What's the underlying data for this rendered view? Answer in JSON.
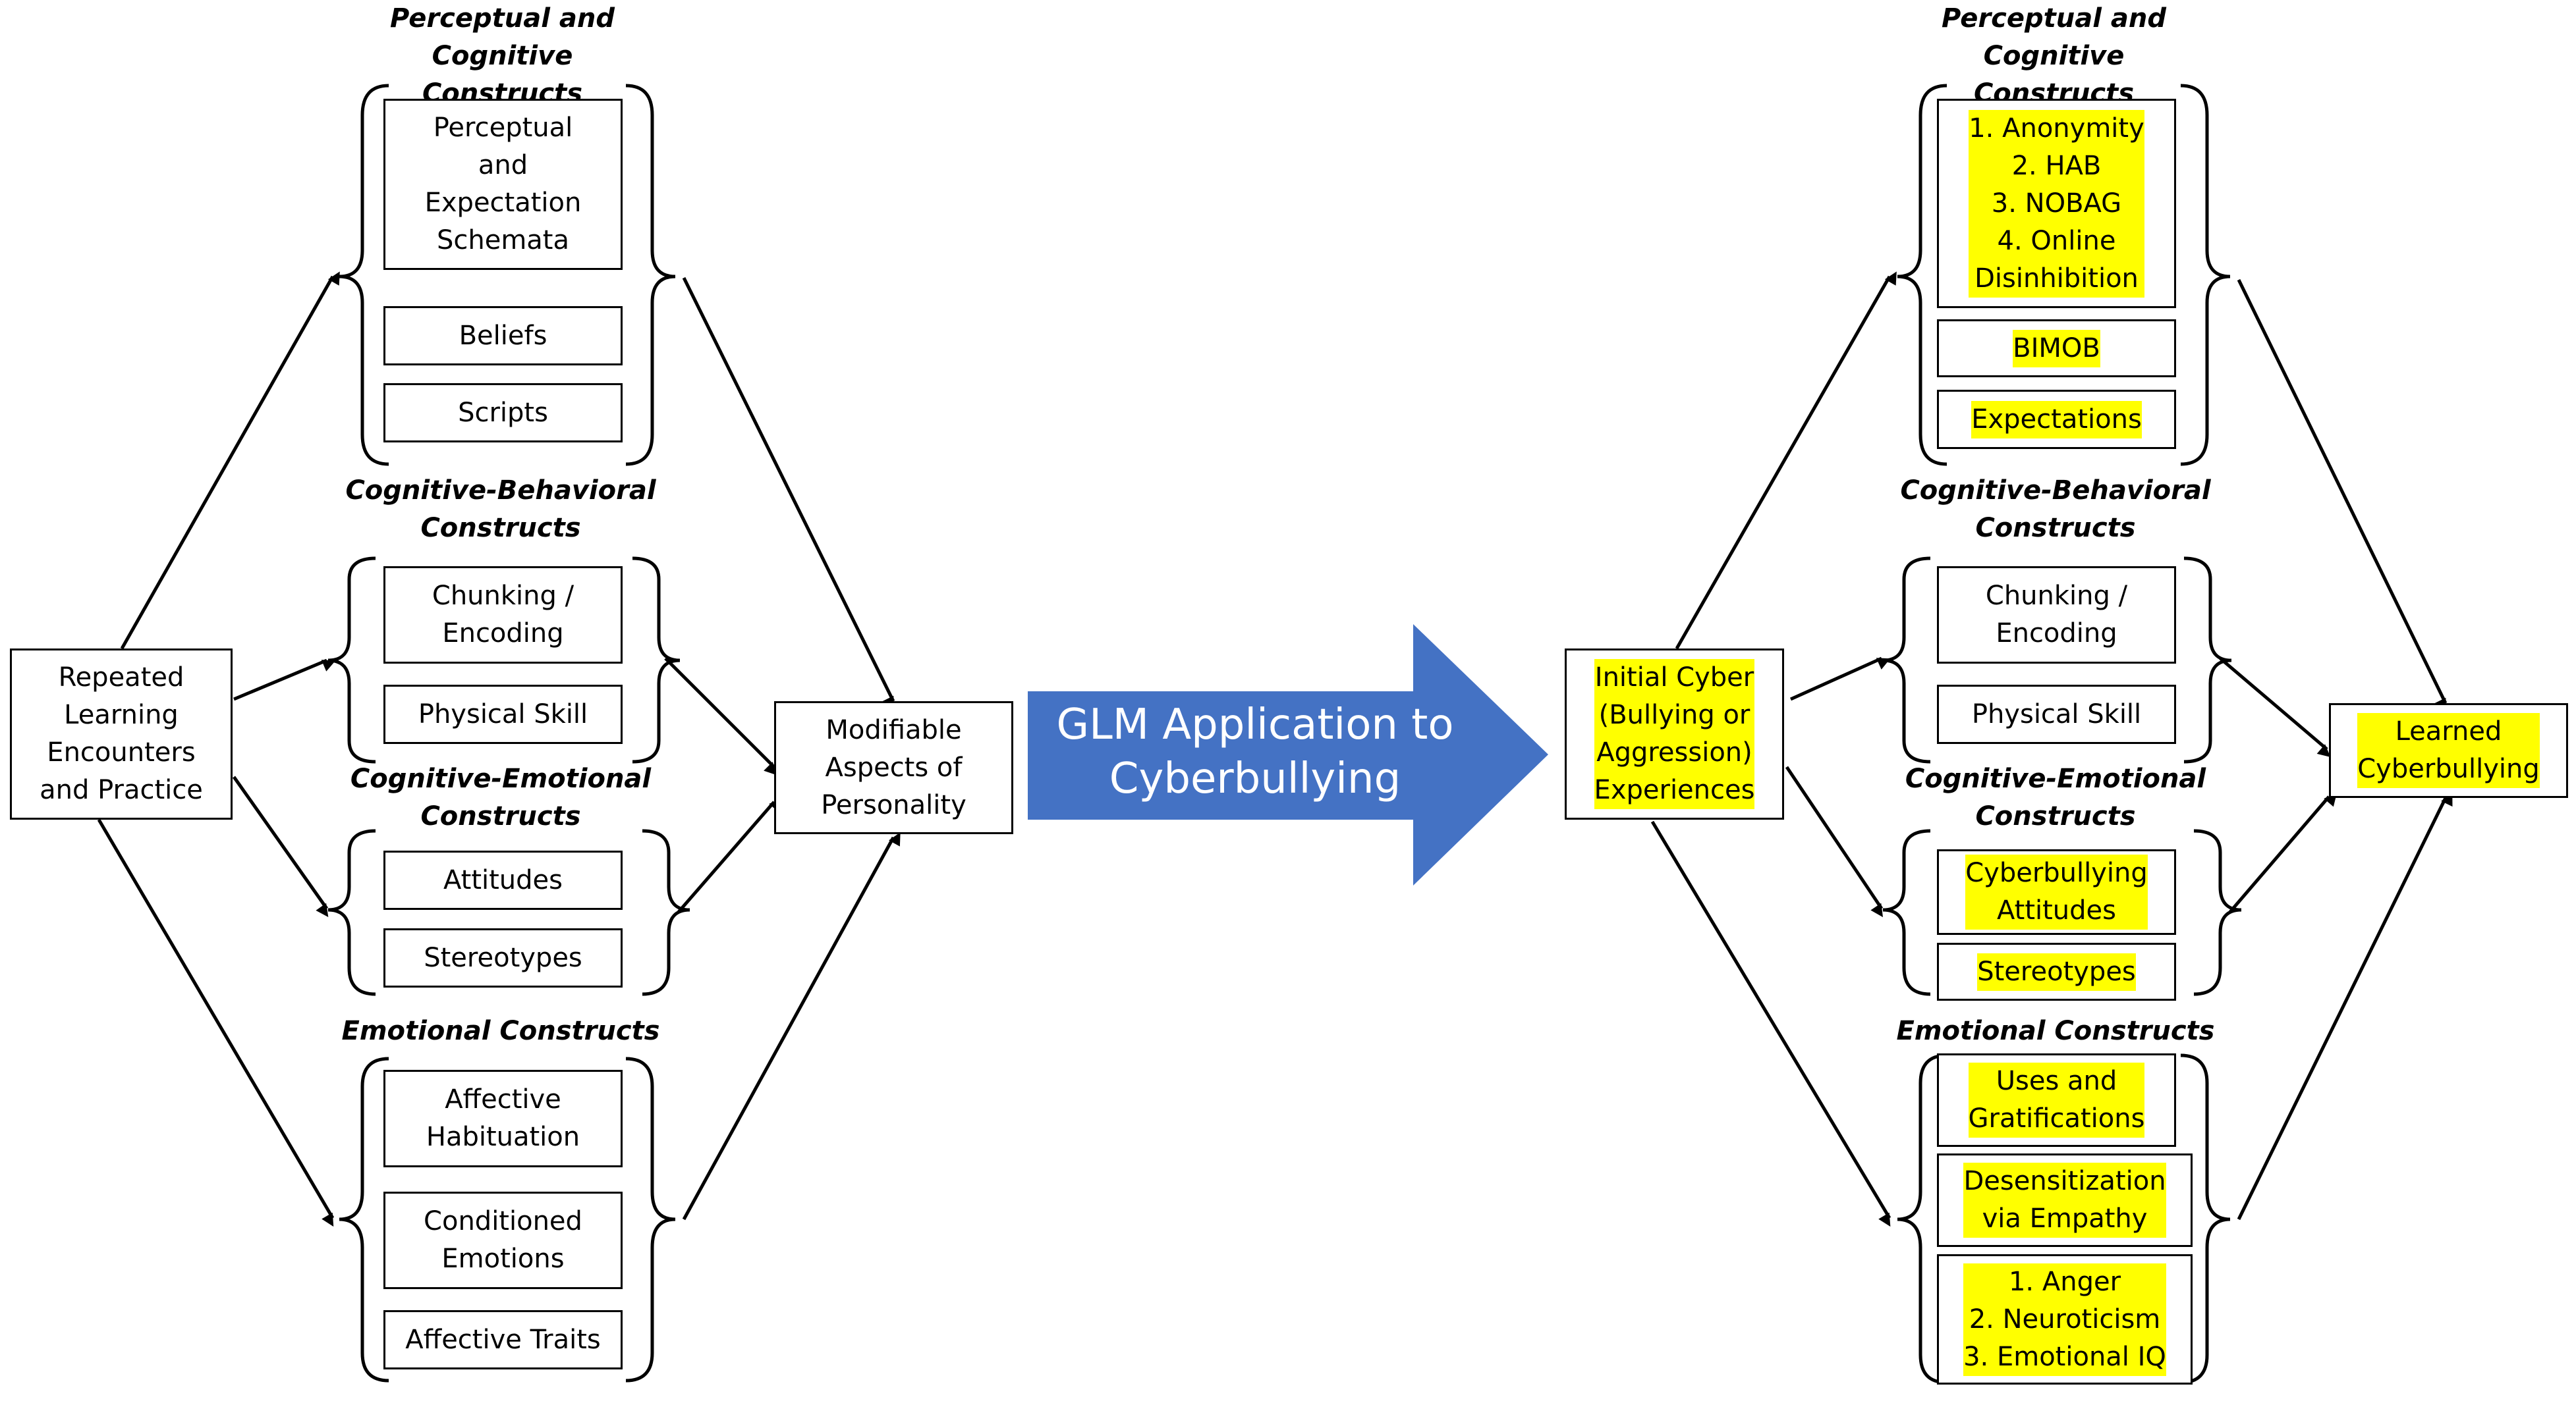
{
  "colors": {
    "banner": "#4472c4",
    "highlight": "#ffff00",
    "line": "#000000"
  },
  "left": {
    "source": "Repeated\nLearning\nEncounters\nand Practice",
    "target": "Modifiable\nAspects of\nPersonality",
    "groups": {
      "perceptual": {
        "title": "Perceptual and Cognitive\nConstructs",
        "items": [
          "Perceptual\nand\nExpectation\nSchemata",
          "Beliefs",
          "Scripts"
        ]
      },
      "behavioral": {
        "title": "Cognitive-Behavioral\nConstructs",
        "items": [
          "Chunking /\nEncoding",
          "Physical Skill"
        ]
      },
      "emotional_cog": {
        "title": "Cognitive-Emotional\nConstructs",
        "items": [
          "Attitudes",
          "Stereotypes"
        ]
      },
      "emotional": {
        "title": "Emotional Constructs",
        "items": [
          "Affective\nHabituation",
          "Conditioned\nEmotions",
          "Affective Traits"
        ]
      }
    }
  },
  "banner": {
    "label": "GLM Application to\nCyberbullying"
  },
  "right": {
    "source": "Initial Cyber\n(Bullying or\nAggression)\nExperiences",
    "target": "Learned\nCyberbullying",
    "groups": {
      "perceptual": {
        "title": "Perceptual and Cognitive\nConstructs",
        "items": [
          "1. Anonymity\n2. HAB\n3. NOBAG\n4. Online\nDisinhibition",
          "BIMOB",
          "Expectations"
        ]
      },
      "behavioral": {
        "title": "Cognitive-Behavioral\nConstructs",
        "items": [
          "Chunking /\nEncoding",
          "Physical Skill"
        ]
      },
      "emotional_cog": {
        "title": "Cognitive-Emotional\nConstructs",
        "items": [
          "Cyberbullying\nAttitudes",
          "Stereotypes"
        ]
      },
      "emotional": {
        "title": "Emotional Constructs",
        "items": [
          "Uses and\nGratifications",
          "Desensitization\nvia Empathy",
          "1. Anger\n2. Neuroticism\n3. Emotional IQ"
        ]
      }
    }
  }
}
